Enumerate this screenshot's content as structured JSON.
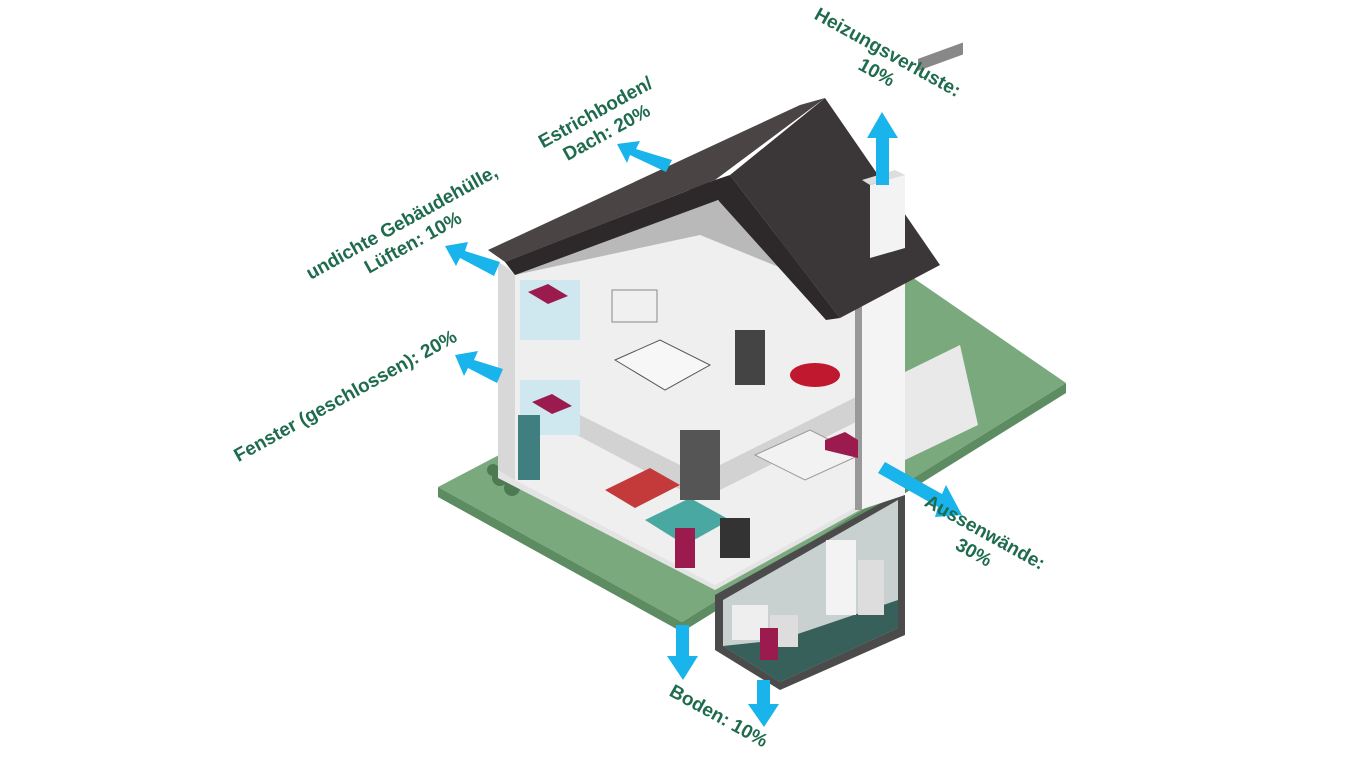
{
  "labels": {
    "heating": {
      "line1": "Heizungsverluste:",
      "line2": "10%"
    },
    "roof": {
      "line1": "Estrichboden/",
      "line2": "Dach: 20%"
    },
    "envelope": {
      "line1": "undichte Gebäudehülle,",
      "line2": "Lüften: 10%"
    },
    "windows": {
      "line1": "Fenster (geschlossen): 20%"
    },
    "walls": {
      "line1": "Aussenwände:",
      "line2": "30%"
    },
    "floor": {
      "line1": "Boden: 10%"
    }
  },
  "colors": {
    "text": "#1f6b4d",
    "arrow": "#19b4ec",
    "ground": "#7ba97e",
    "roof": "#3b3637",
    "radiator": "#9b1b4f"
  }
}
